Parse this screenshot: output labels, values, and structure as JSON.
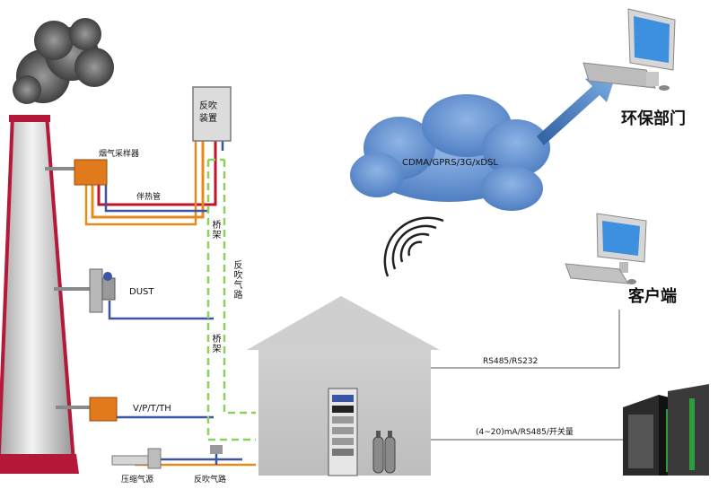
{
  "labels": {
    "flue_sampler": "烟气采样器",
    "heat_trace": "伴热管",
    "backblow_device": "反吹\n装置",
    "bridge_1": "桥架",
    "bridge_2": "桥架",
    "backblow_gas_path_vertical": "反吹气路",
    "dust": "DUST",
    "vpt": "V/P/T/TH",
    "compressed_air": "压缩气源",
    "backblow_gas_path": "反吹气路",
    "network": "CDMA/GPRS/3G/xDSL",
    "env_dept": "环保部门",
    "client": "客户端",
    "rs485": "RS485/RS232",
    "analog_signal": "(4~20)mA/RS485/开关量"
  },
  "colors": {
    "stack_brick": "#b5193a",
    "analyzer_orange": "#e07a1c",
    "hot_line": "#c0142c",
    "signal_line": "#3a55a4",
    "sample_line": "#e8891c",
    "bridge_dashed": "#8cd25a",
    "cloud": "#5e8ed0",
    "arrow": "#3b6fb8",
    "house": "#c4c4c4"
  },
  "icons": [
    "smoke-cloud-icon",
    "flue-sampler-icon",
    "dust-monitor-icon",
    "vpt-sensor-icon",
    "compressed-air-icon",
    "backblow-device-icon",
    "network-cloud-icon",
    "wireless-signal-icon",
    "env-computer-icon",
    "client-computer-icon",
    "server-rack-icon",
    "analyzer-cabinet-icon",
    "gas-cylinder-icon"
  ]
}
